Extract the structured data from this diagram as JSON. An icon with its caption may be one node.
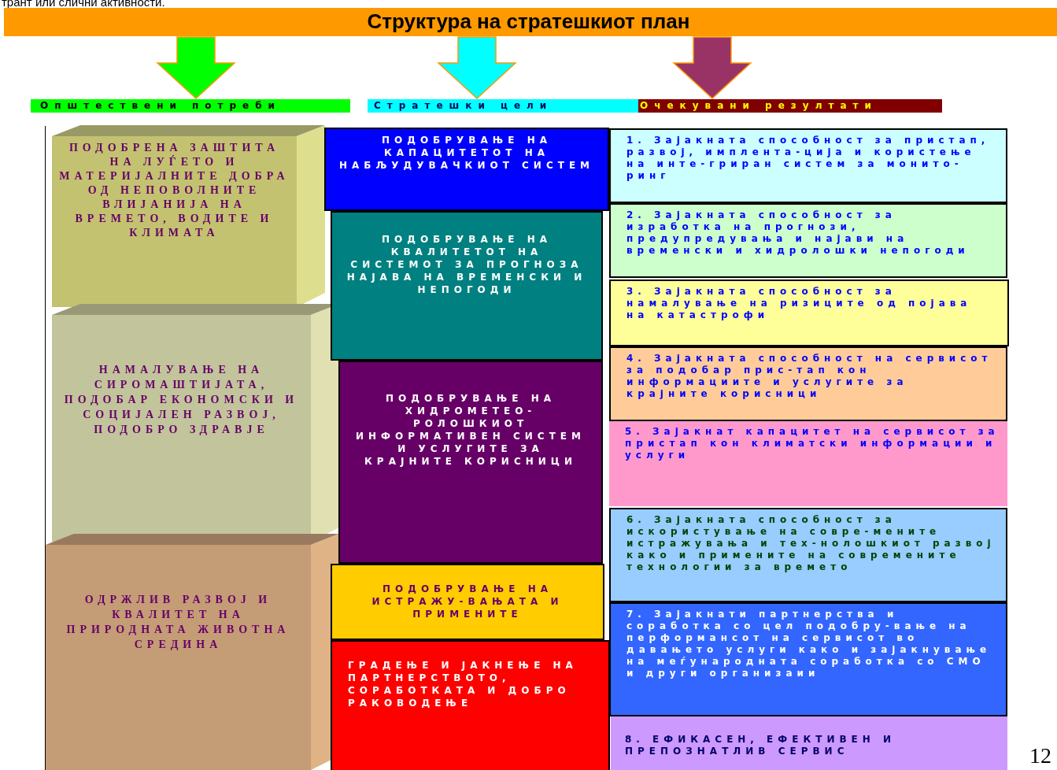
{
  "diagram": {
    "title": "Структура на стратешкиот план",
    "nodes": [
      {
        "text": [
          "Општествени потреби"
        ]
      },
      {
        "text": [
          "Стратешки цели"
        ]
      },
      {
        "text": [
          "Очекувани резултати"
        ]
      },
      {
        "text": [
          "ПОДОБРЕНА ЗАШТИТА НА ЛУЃЕТО И МАТЕРИЈАЛНИТЕ ДОБРА ОД НЕПОВОЛНИТЕ ВЛИЈАНИЈА НА ВРЕМЕТО, ВОДИТЕ И КЛИМАТА"
        ]
      },
      {
        "text": [
          "НАМАЛУВАЊЕ НА СИРОМАШТИЈАТА, ПОДОБАР ЕКОНОМСКИ И СОЦИЈАЛЕН РАЗВОЈ, ПОДОБРО ЗДРАВЈЕ"
        ]
      },
      {
        "text": [
          "ОДРЖЛИВ РАЗВОЈ И КВАЛИТЕТ НА ПРИРОДНАТА ЖИВОТНА СРЕДИНА"
        ]
      },
      {
        "text": [
          "ПОДОБРУВАЊЕ НА КАПАЦИТЕТОТ НА НАБЉУДУВАЧКИОТ СИСТЕМ"
        ]
      },
      {
        "text": [
          "ПОДОБРУВАЊЕ НА КВАЛИТЕТОТ НА СИСТЕМОТ ЗА ПРОГНОЗА НАЈАВА НА ВРЕМЕНСКИ И НЕПОГОДИ"
        ]
      },
      {
        "text": [
          "ПОДОБРУВАЊЕ НА ХИДРОМЕТЕО-РОЛОШКИОТ ИНФОРМАТИВЕН СИСТЕМ И УСЛУГИТЕ ЗА КРАЈНИТЕ КОРИСНИЦИ"
        ]
      },
      {
        "text": [
          "ПОДОБРУВАЊЕ НА ИСТРАЖУ-ВАЊАТА И ПРИМЕНИТЕ"
        ]
      },
      {
        "text": [
          "ГРАДЕЊЕ И ЈАКНЕЊЕ НА ПАРТНЕРСТВОТО, СОРАБОТКАТА И ДОБРО РАКОВОДЕЊЕ"
        ]
      },
      {
        "text": [
          "1. Зајакната способност за пристап, развој, имплента-ција и користење на инте-гриран систем за монито-ринг"
        ]
      },
      {
        "text": [
          "2. Зајакната способност за изработка на прогнози, предупредувања и најави на временски и хидролошки непогоди"
        ]
      },
      {
        "text": [
          "3. Зајакната способност за намалување на ризиците од појава на катастрофи"
        ]
      },
      {
        "text": [
          "4. Зајакната способност на сервисот за подобар прис-тап кон информациите и услугите за крајните корисници"
        ]
      },
      {
        "text": [
          "5. Зајакнат капацитет на сервисот за пристап кон климатски информации и услуги"
        ]
      },
      {
        "text": [
          "6. Зајакната способност за искористување на совре-мените истражувања и тех-нолошкиот развој како и примените на современите технологии за времето"
        ]
      },
      {
        "text": [
          "7. Зајакнати партнерства и соработка со цел подобру-вање на перформансот на сервисот во давањето услуги како и зајакнување на меѓународната соработка со СМО и други организаии"
        ]
      },
      {
        "text": [
          "8. ЕФИКАСЕН, ЕФЕКТИВЕН И ПРЕПОЗНАТЛИВ СЕРВИС"
        ]
      }
    ],
    "edges": [
      {
        "from": null,
        "to": 0,
        "arrow": "to",
        "color": "#00ff00"
      },
      {
        "from": null,
        "to": 1,
        "arrow": "to",
        "color": "#00ffff"
      },
      {
        "from": null,
        "to": 2,
        "arrow": "to",
        "color": "#993366"
      }
    ],
    "labels": [
      "трант или слични активности.",
      "12"
    ]
  }
}
